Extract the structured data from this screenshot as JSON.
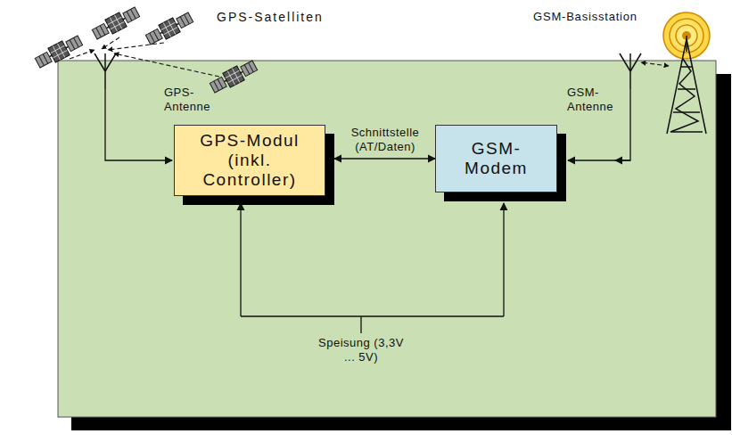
{
  "diagram": {
    "nodes": [
      {
        "text": [
          "GPS-Modul (inkl. Controller)"
        ]
      },
      {
        "text": [
          "GSM- Modem"
        ]
      }
    ],
    "edges": [
      {
        "from": 0,
        "to": 1,
        "arrow": "both",
        "label": "Schnittstelle (AT/Daten)"
      }
    ],
    "labels": [
      "GPS-Satelliten",
      "GSM-Basisstation",
      "GPS- Antenne",
      "GSM- Antenne",
      "Speisung (3,3V ... 5V)"
    ]
  }
}
